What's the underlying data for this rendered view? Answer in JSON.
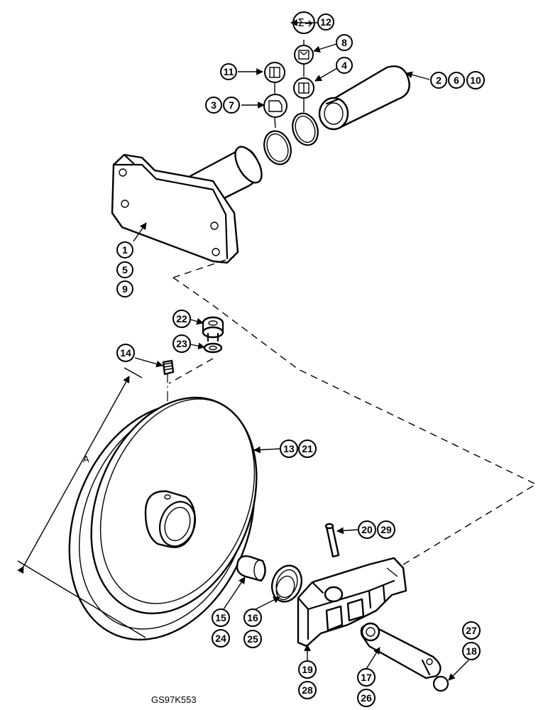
{
  "callouts": [
    "1",
    "2",
    "3",
    "4",
    "5",
    "6",
    "7",
    "8",
    "9",
    "10",
    "11",
    "12",
    "13",
    "14",
    "15",
    "16",
    "17",
    "18",
    "19",
    "20",
    "21",
    "22",
    "23",
    "24",
    "25",
    "26",
    "27",
    "28",
    "29"
  ],
  "dimension_label": "A",
  "figure_code": "GS97K553",
  "symbols": [
    "sigma-arrow-icon",
    "sigma-box-icon",
    "seal-square-icon",
    "seal-box-icon",
    "seal-profile-icon"
  ]
}
